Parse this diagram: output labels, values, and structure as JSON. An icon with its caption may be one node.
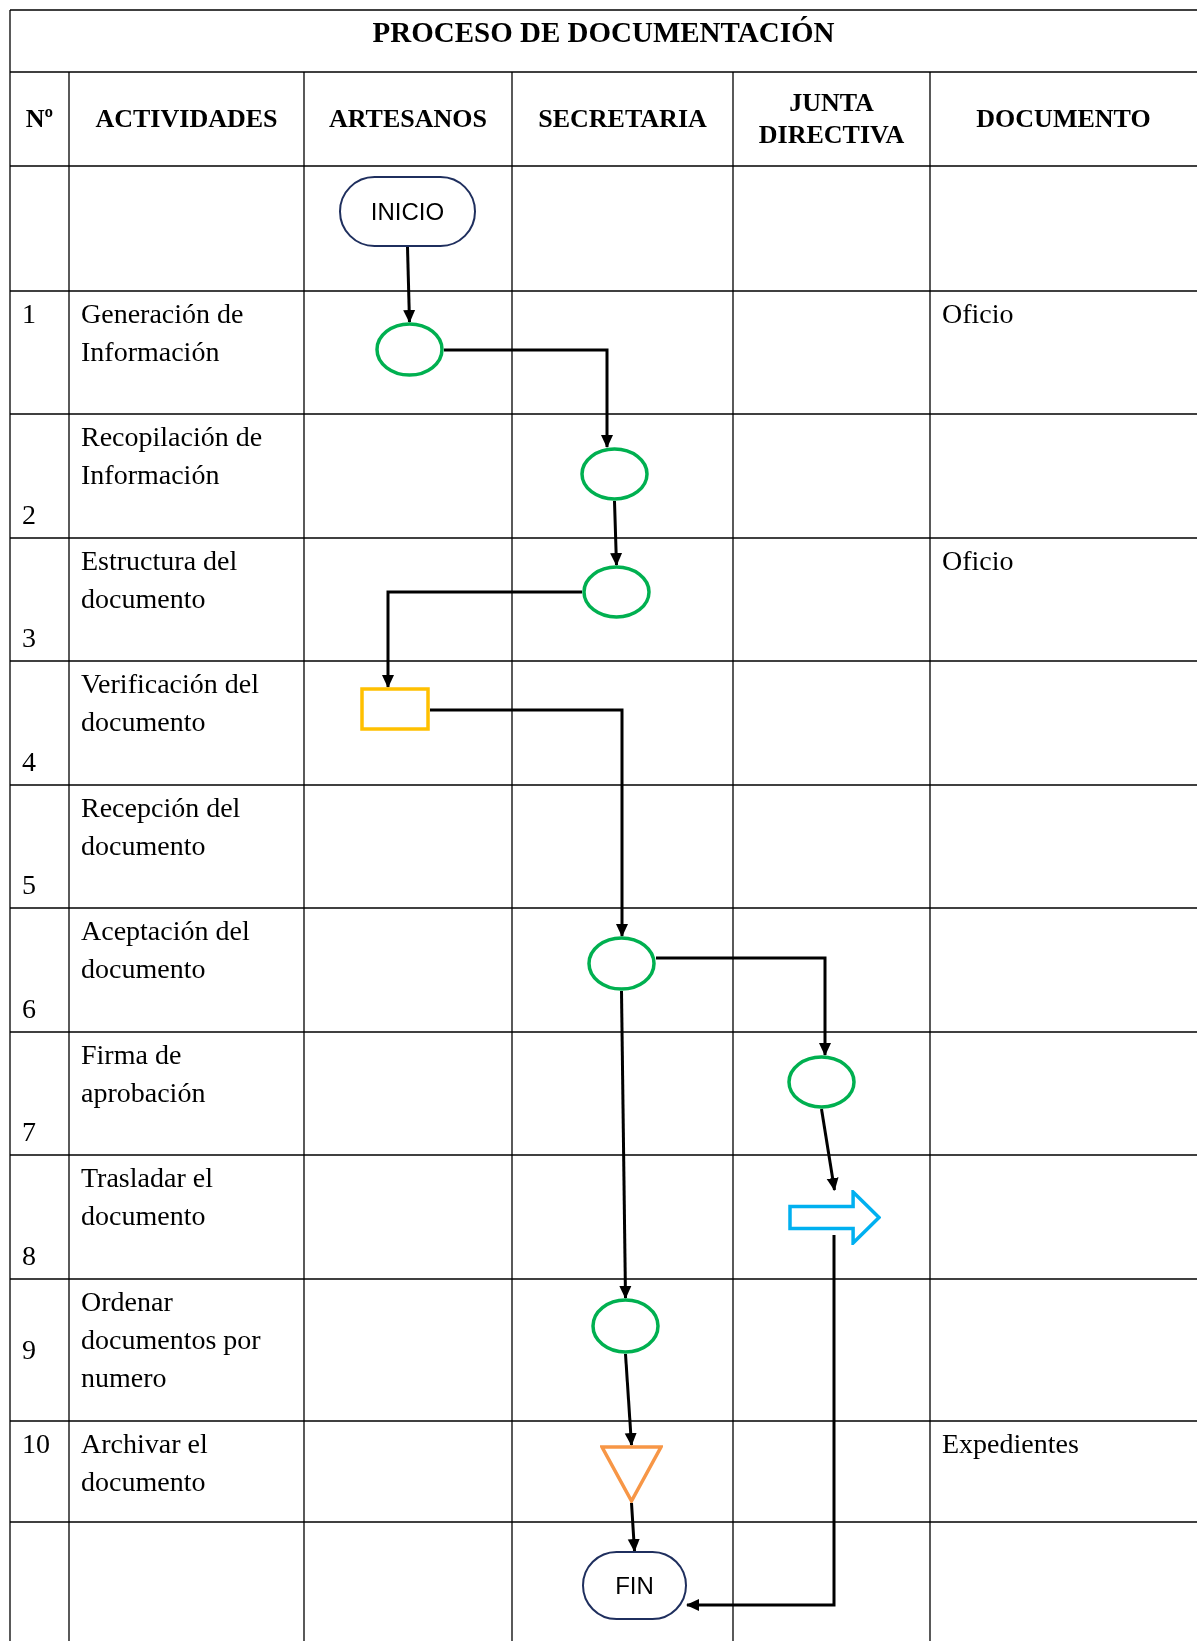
{
  "diagram": {
    "title": "PROCESO DE DOCUMENTACIÓN",
    "nodes": [
      {
        "text": [
          "INICIO"
        ]
      },
      {
        "text": [],
        "shape": "circle"
      },
      {
        "text": [],
        "shape": "circle"
      },
      {
        "text": [],
        "shape": "circle"
      },
      {
        "text": [],
        "shape": "box"
      },
      {
        "text": [],
        "shape": "circle"
      },
      {
        "text": [],
        "shape": "circle"
      },
      {
        "text": [],
        "shape": "arrow"
      },
      {
        "text": [],
        "shape": "circle"
      },
      {
        "text": [],
        "shape": "triangle"
      },
      {
        "text": [
          "FIN"
        ]
      }
    ],
    "edges": [
      {
        "from": 0,
        "to": 1,
        "arrow": "to"
      },
      {
        "from": 1,
        "to": 2,
        "arrow": "to"
      },
      {
        "from": 2,
        "to": 3,
        "arrow": "to"
      },
      {
        "from": 3,
        "to": 4,
        "arrow": "to"
      },
      {
        "from": 4,
        "to": 5,
        "arrow": "to"
      },
      {
        "from": 5,
        "to": 6,
        "arrow": "to"
      },
      {
        "from": 5,
        "to": 8,
        "arrow": "to"
      },
      {
        "from": 6,
        "to": 7,
        "arrow": "to"
      },
      {
        "from": 7,
        "to": 10,
        "arrow": "to"
      },
      {
        "from": 8,
        "to": 9,
        "arrow": "to"
      },
      {
        "from": 9,
        "to": 10,
        "arrow": "to"
      }
    ],
    "labels": [
      "Nº",
      "ACTIVIDADES",
      "ARTESANOS",
      "SECRETARIA",
      "JUNTA DIRECTIVA",
      "DOCUMENTO",
      "1",
      "Generación de Información",
      "Oficio",
      "2",
      "Recopilación de Información",
      "3",
      "Estructura del documento",
      "Oficio",
      "4",
      "Verificación del documento",
      "5",
      "Recepción del documento",
      "6",
      "Aceptación del documento",
      "7",
      "Firma de aprobación",
      "8",
      "Trasladar el documento",
      "9",
      "Ordenar documentos por numero",
      "10",
      "Archivar el documento",
      "Expedientes"
    ]
  }
}
